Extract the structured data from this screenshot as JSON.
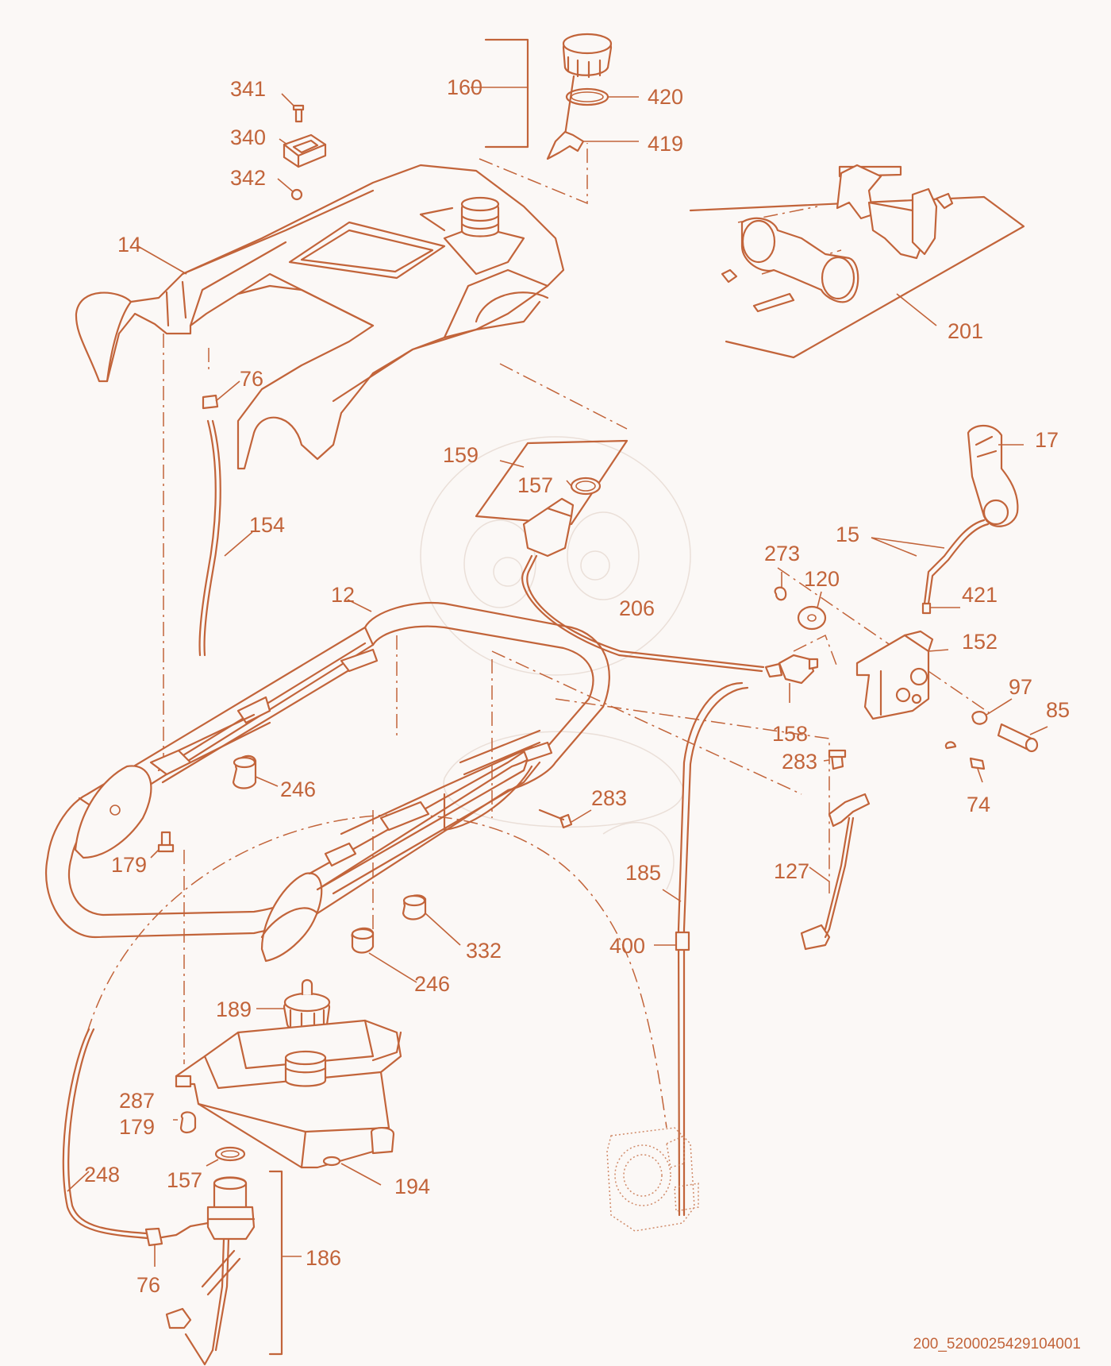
{
  "diagram": {
    "colors": {
      "line": "#c2643a",
      "background": "#fbf8f6",
      "watermark": "#eadfd8"
    },
    "labels": {
      "l341": "341",
      "l340": "340",
      "l342": "342",
      "l160": "160",
      "l420": "420",
      "l419": "419",
      "l14": "14",
      "l201": "201",
      "l76a": "76",
      "l17": "17",
      "l159": "159",
      "l157a": "157",
      "l154": "154",
      "l15": "15",
      "l273": "273",
      "l120": "120",
      "l421": "421",
      "l12": "12",
      "l206": "206",
      "l152": "152",
      "l97": "97",
      "l85": "85",
      "l158": "158",
      "l283a": "283",
      "l246a": "246",
      "l283b": "283",
      "l74": "74",
      "l179a": "179",
      "l185": "185",
      "l127": "127",
      "l332": "332",
      "l400": "400",
      "l246b": "246",
      "l189": "189",
      "l287": "287",
      "l179b": "179",
      "l194": "194",
      "l157b": "157",
      "l248": "248",
      "l186": "186",
      "l76b": "76"
    },
    "reference_code": "200_5200025429104001"
  }
}
